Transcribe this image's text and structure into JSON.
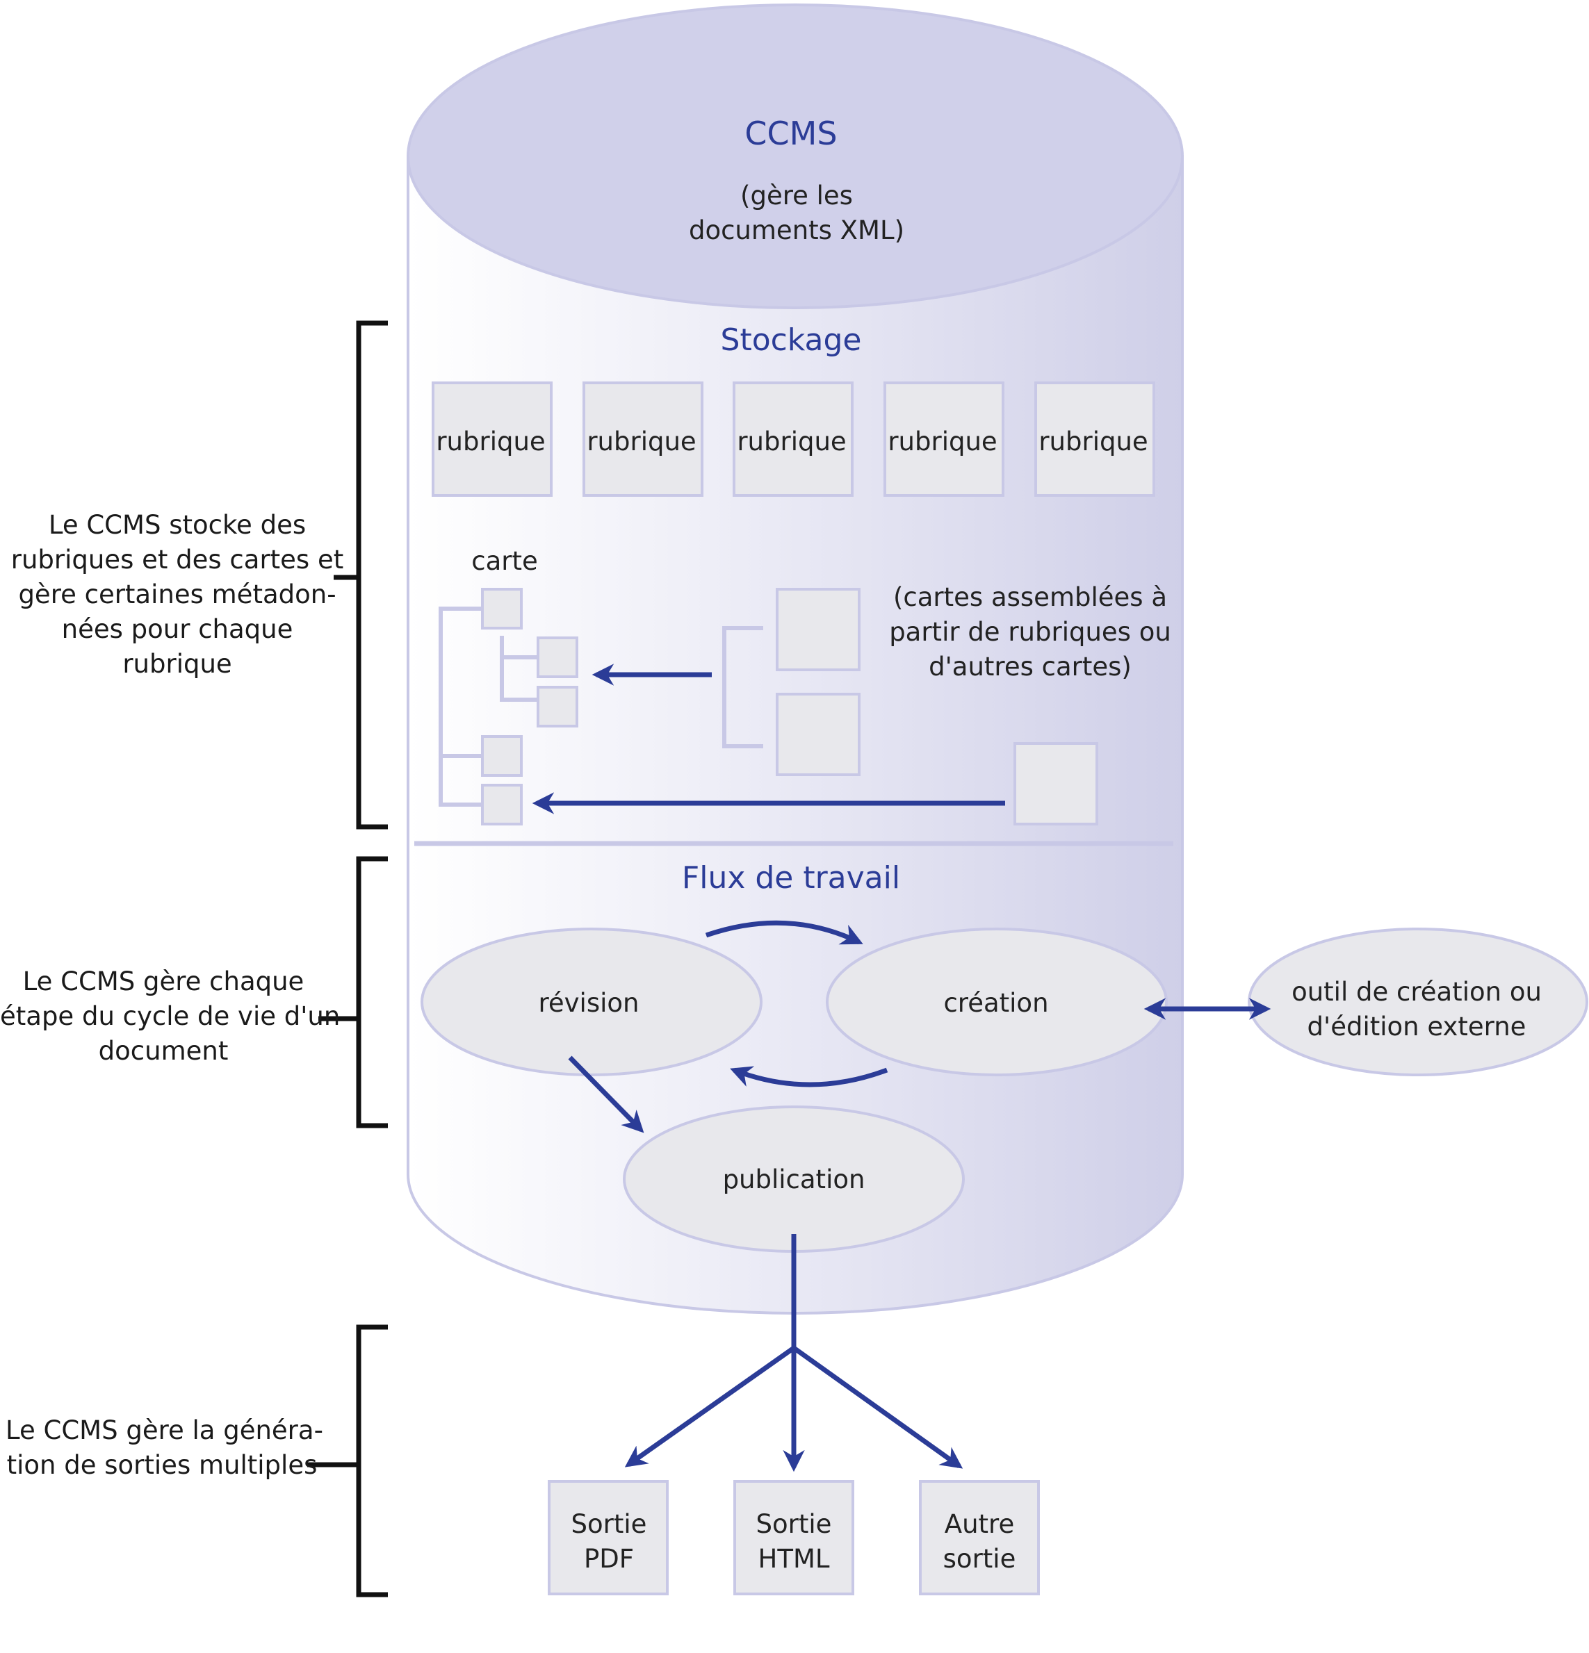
{
  "header": {
    "title": "CCMS",
    "subtitle_lines": [
      "(gère les",
      "documents XML)"
    ]
  },
  "storage": {
    "title": "Stockage",
    "topic_label": "rubrique",
    "map_label": "carte",
    "map_note_lines": [
      "(cartes assemblées à",
      "partir de rubriques ou",
      "d'autres cartes)"
    ]
  },
  "workflow": {
    "title": "Flux de travail",
    "review_label": "révision",
    "creation_label": "création",
    "publication_label": "publication",
    "external_tool_lines": [
      "outil de création ou",
      "d'édition externe"
    ]
  },
  "outputs": [
    {
      "lines": [
        "Sortie",
        "PDF"
      ]
    },
    {
      "lines": [
        "Sortie",
        "HTML"
      ]
    },
    {
      "lines": [
        "Autre",
        "sortie"
      ]
    }
  ],
  "annotations": {
    "storage_lines": [
      "Le CCMS stocke des",
      "rubriques et des cartes et",
      "gère certaines métadon-",
      "nées pour chaque",
      "rubrique"
    ],
    "workflow_lines": [
      "Le CCMS gère chaque",
      "étape du cycle de vie d'un",
      "document"
    ],
    "output_lines": [
      "Le CCMS gère la généra-",
      "tion de sorties multiples"
    ]
  },
  "colors": {
    "accent": "#2b3c97",
    "cylinder_top": "#d0d0ea",
    "box_fill": "#e8e8ec",
    "box_stroke": "#c8c8e6"
  }
}
